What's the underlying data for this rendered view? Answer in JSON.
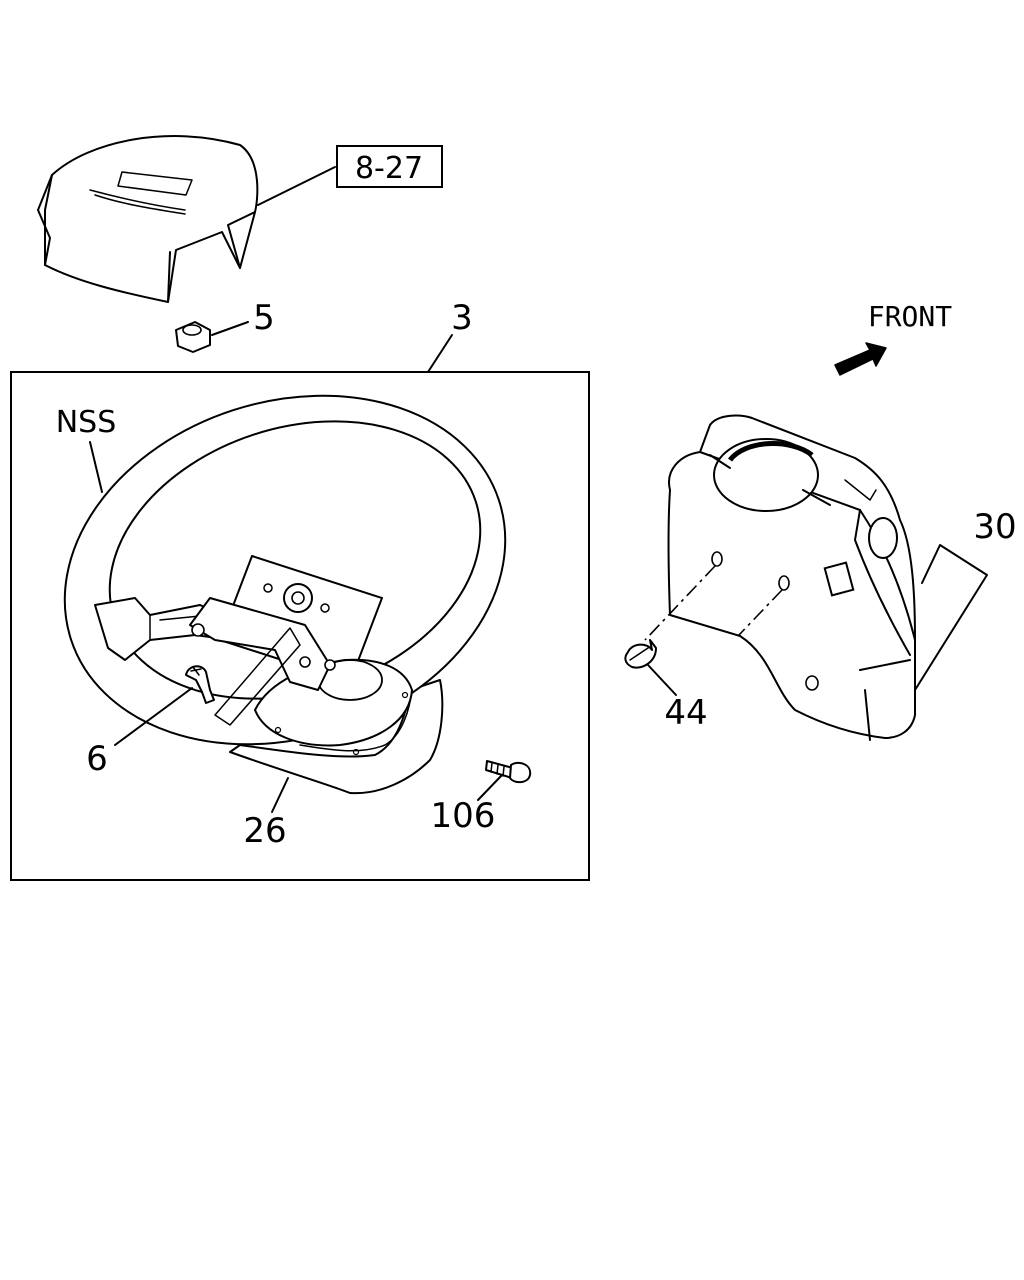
{
  "callouts": {
    "ref_box": "8-27",
    "part_5": "5",
    "part_3": "3",
    "nss": "NSS",
    "part_6": "6",
    "part_26": "26",
    "part_106": "106",
    "part_30": "30",
    "part_44": "44"
  },
  "direction": {
    "label": "FRONT"
  },
  "icons": {
    "direction_arrow": "arrow-icon"
  }
}
